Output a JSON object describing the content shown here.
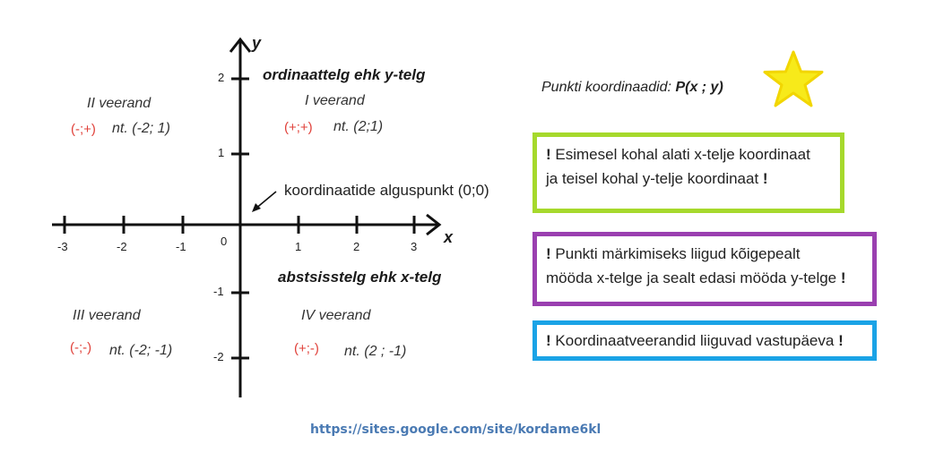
{
  "diagram": {
    "axis_labels": {
      "x": "x",
      "y": "y"
    },
    "x_ticks": [
      "-3",
      "-2",
      "-1",
      "0",
      "1",
      "2",
      "3"
    ],
    "y_ticks": [
      "2",
      "1",
      "-1",
      "-2"
    ],
    "y_axis_title": "ordinaattelg ehk y-telg",
    "x_axis_title": "abstsisstelg ehk x-telg",
    "origin_note": "koordinaatide alguspunkt (0;0)",
    "quadrants": [
      {
        "name": "I veerand",
        "sign": "(+;+)",
        "example": "nt. (2;1)"
      },
      {
        "name": "II veerand",
        "sign": "(-;+)",
        "example": "nt. (-2; 1)"
      },
      {
        "name": "III veerand",
        "sign": "(-;-)",
        "example": "nt. (-2; -1)"
      },
      {
        "name": "IV veerand",
        "sign": "(+;-)",
        "example": "nt. (2 ; -1)"
      }
    ]
  },
  "coordinate_title": {
    "prefix": "Punkti koordinaadid: ",
    "formula": "P(x ; y)"
  },
  "star": {
    "color": "#f7ea1a",
    "icon": "star-icon"
  },
  "notes": [
    {
      "line1_excl": "!",
      "line1": " Esimesel kohal alati x-telje koordinaat",
      "line2": "ja teisel kohal y-telje koordinaat ",
      "line2_excl": "!",
      "border_color": "#a6d92c"
    },
    {
      "line1_excl": "!",
      "line1": " Punkti märkimiseks liigud kõigepealt",
      "line2": "mööda x-telge ja sealt edasi mööda y-telge ",
      "line2_excl": "!",
      "border_color": "#9a3fb0"
    },
    {
      "line1_excl": "!",
      "line1": " Koordinaatveerandid liiguvad vastupäeva ",
      "line1_end_excl": "!",
      "border_color": "#1aa3e6"
    }
  ],
  "source_url": "https://sites.google.com/site/kordame6kl"
}
